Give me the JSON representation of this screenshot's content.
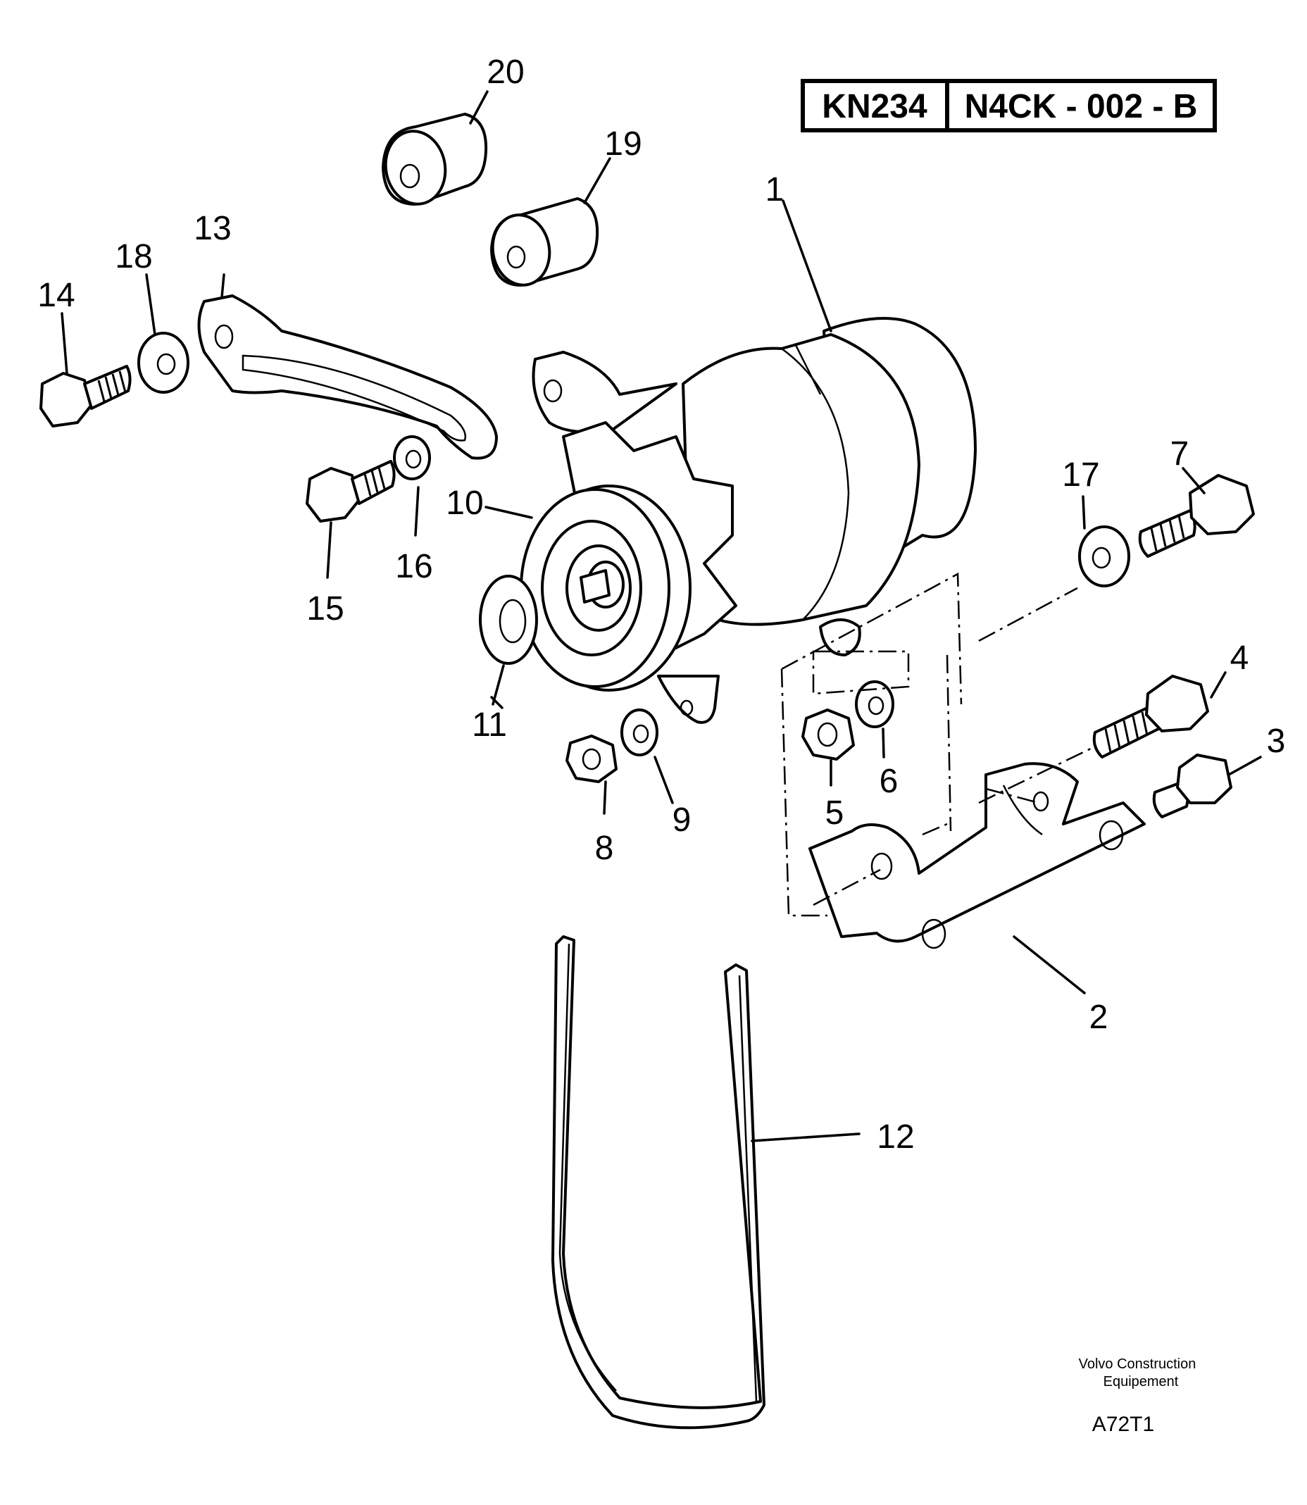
{
  "header": {
    "ref_code": "KN234",
    "drawing_code": "N4CK - 002 - B"
  },
  "callouts": [
    {
      "id": "1",
      "label": "1"
    },
    {
      "id": "2",
      "label": "2"
    },
    {
      "id": "3",
      "label": "3"
    },
    {
      "id": "4",
      "label": "4"
    },
    {
      "id": "5",
      "label": "5"
    },
    {
      "id": "6",
      "label": "6"
    },
    {
      "id": "7",
      "label": "7"
    },
    {
      "id": "8",
      "label": "8"
    },
    {
      "id": "9",
      "label": "9"
    },
    {
      "id": "10",
      "label": "10"
    },
    {
      "id": "11",
      "label": "11"
    },
    {
      "id": "12",
      "label": "12"
    },
    {
      "id": "13",
      "label": "13"
    },
    {
      "id": "14",
      "label": "14"
    },
    {
      "id": "15",
      "label": "15"
    },
    {
      "id": "16",
      "label": "16"
    },
    {
      "id": "17",
      "label": "17"
    },
    {
      "id": "18",
      "label": "18"
    },
    {
      "id": "19",
      "label": "19"
    },
    {
      "id": "20",
      "label": "20"
    }
  ],
  "footer": {
    "credit_line1": "Volvo Construction",
    "credit_line2": "Equipement",
    "image_code": "A72T1"
  }
}
